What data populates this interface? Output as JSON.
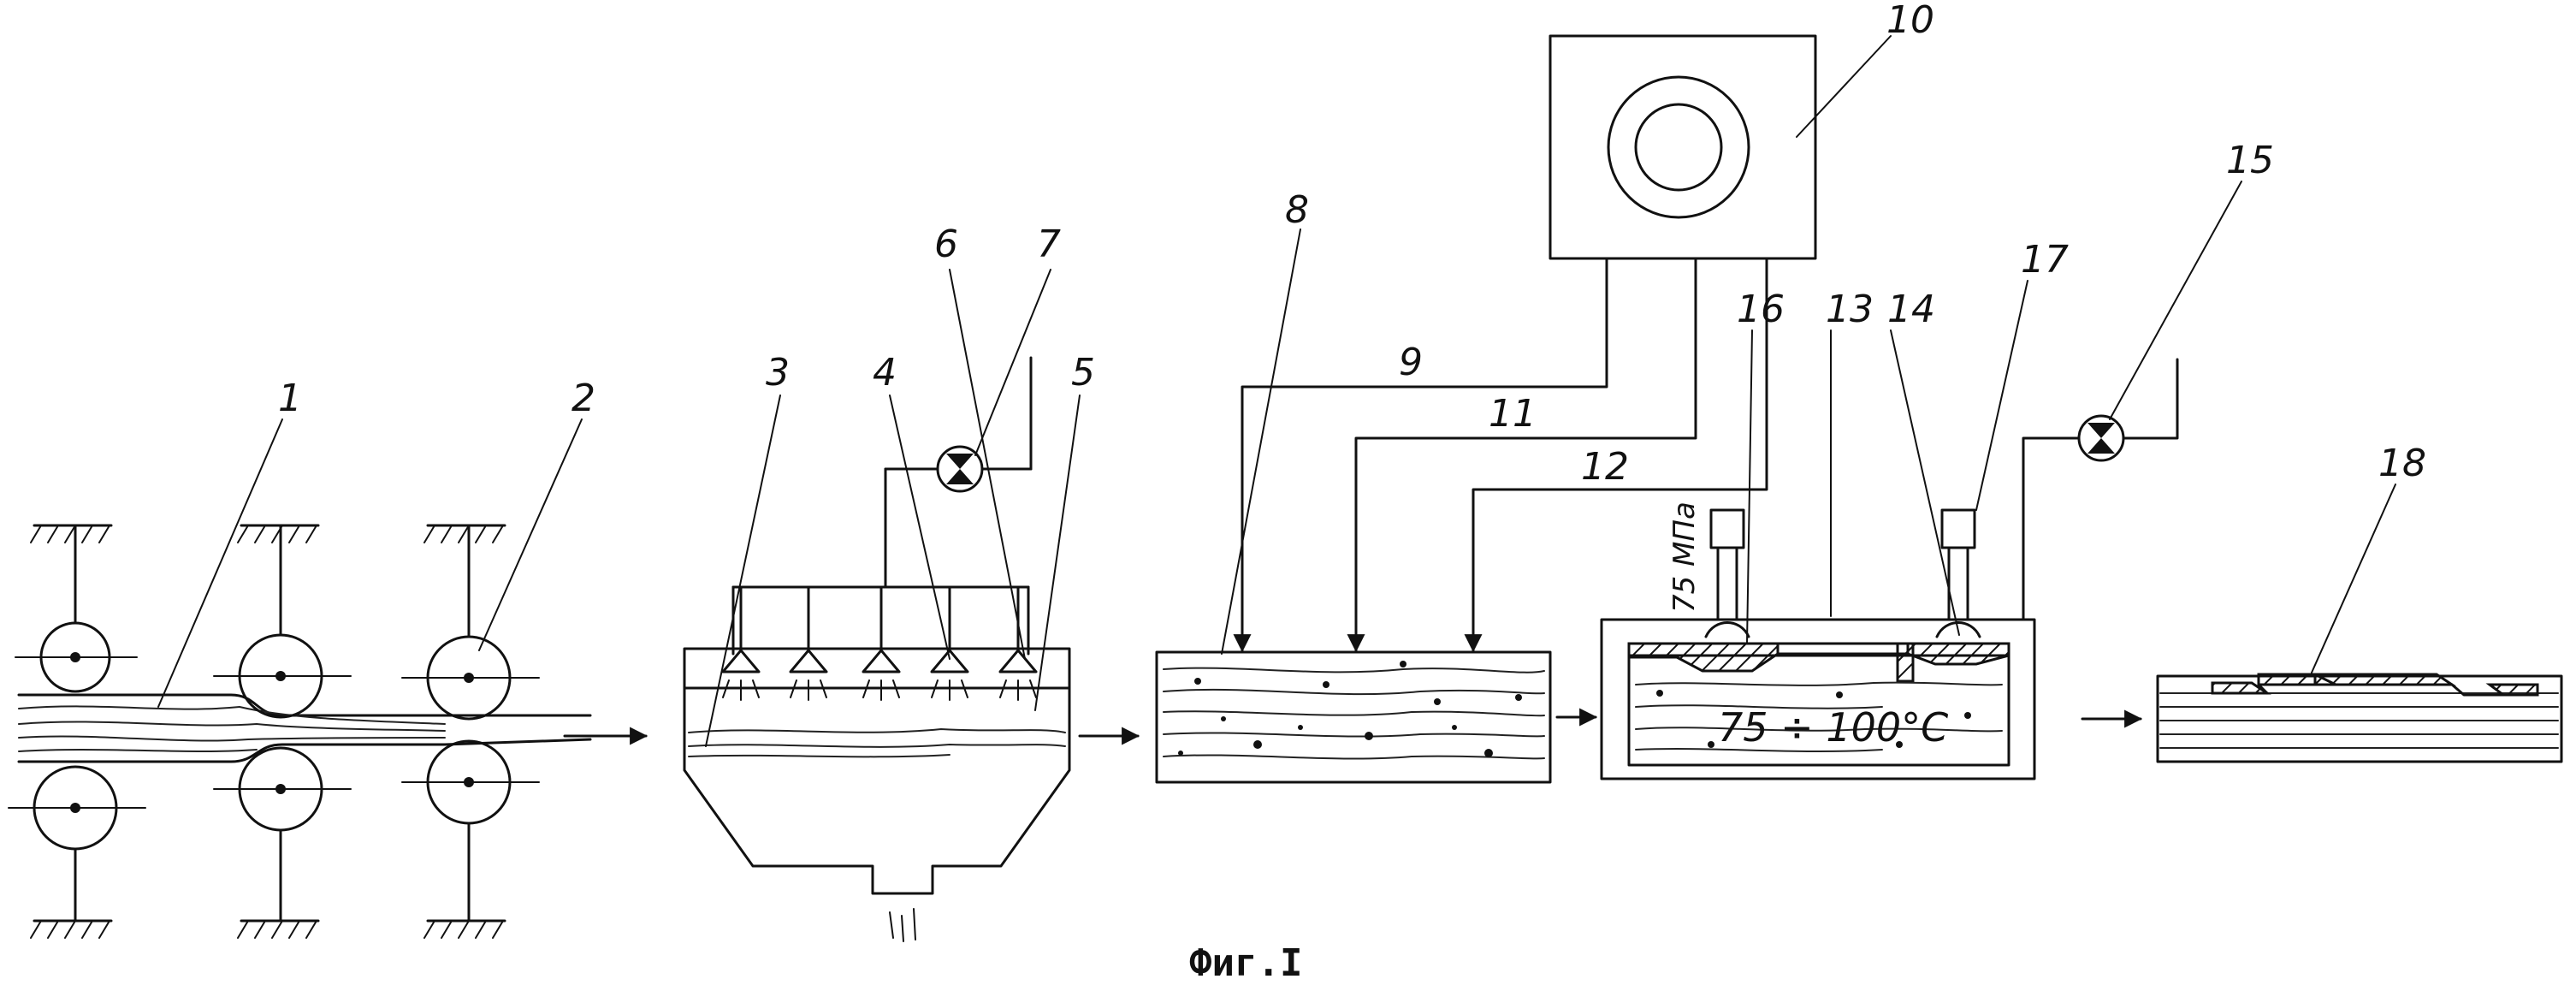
{
  "labels": {
    "n1": "1",
    "n2": "2",
    "n3": "3",
    "n4": "4",
    "n5": "5",
    "n6": "6",
    "n7": "7",
    "n8": "8",
    "n9": "9",
    "n10": "10",
    "n11": "11",
    "n12": "12",
    "n13": "13",
    "n14": "14",
    "n15": "15",
    "n16": "16",
    "n17": "17",
    "n18": "18"
  },
  "pressure": "75 МПа",
  "temperature": "75 ÷ 100°С",
  "caption": "Фиг.I"
}
